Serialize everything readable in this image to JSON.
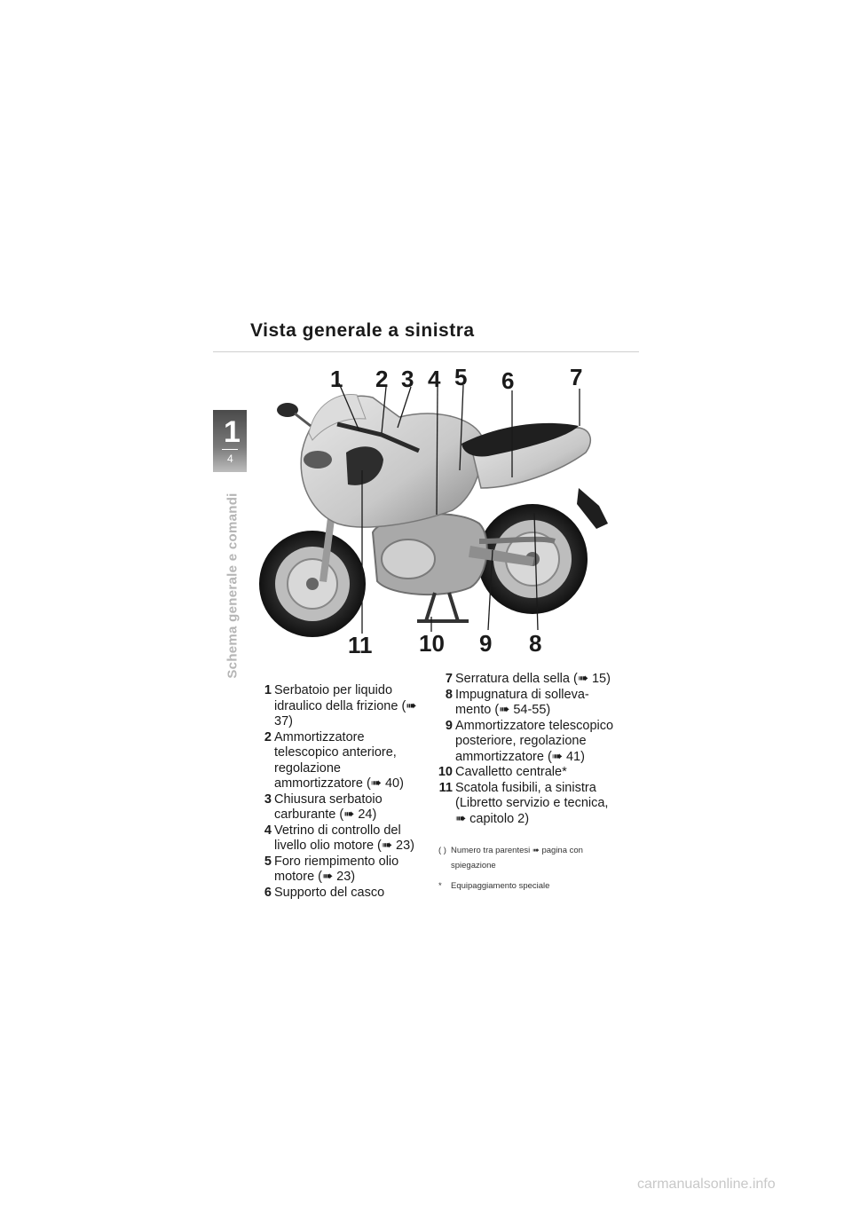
{
  "page": {
    "title": "Vista generale a sinistra",
    "chapter_number": "1",
    "page_number": "4",
    "side_title": "Schema generale e comandi"
  },
  "figure": {
    "callouts_top": [
      "1",
      "2",
      "3",
      "4",
      "5",
      "6",
      "7"
    ],
    "callouts_bottom": [
      "11",
      "10",
      "9",
      "8"
    ]
  },
  "legend_left": [
    {
      "n": "1",
      "text": "Serbatoio per liquido idraulico della frizione (➠ 37)"
    },
    {
      "n": "2",
      "text": "Ammortizzatore telescopico anteriore, regolazione ammortizzatore (➠ 40)"
    },
    {
      "n": "3",
      "text": "Chiusura serbatoio carburante (➠ 24)"
    },
    {
      "n": "4",
      "text": "Vetrino di controllo del livello olio motore (➠ 23)"
    },
    {
      "n": "5",
      "text": "Foro riempimento olio motore (➠ 23)"
    },
    {
      "n": "6",
      "text": "Supporto del casco"
    }
  ],
  "legend_right": [
    {
      "n": "7",
      "text": "Serratura della sella (➠ 15)"
    },
    {
      "n": "8",
      "text": "Impugnatura di solleva-mento (➠ 54-55)"
    },
    {
      "n": "9",
      "text": "Ammortizzatore telescopico posteriore, regolazione ammortizzatore (➠ 41)"
    },
    {
      "n": "10",
      "text": "Cavalletto centrale*"
    },
    {
      "n": "11",
      "text": "Scatola fusibili, a sinistra (Libretto servizio e tecnica, ➠ capitolo 2)"
    }
  ],
  "notes": [
    {
      "sym": "( )",
      "text": "Numero tra parentesi ➠ pagina con spiegazione"
    },
    {
      "sym": "*",
      "text": "Equipaggiamento speciale"
    }
  ],
  "watermark": "carmanualsonline.info"
}
